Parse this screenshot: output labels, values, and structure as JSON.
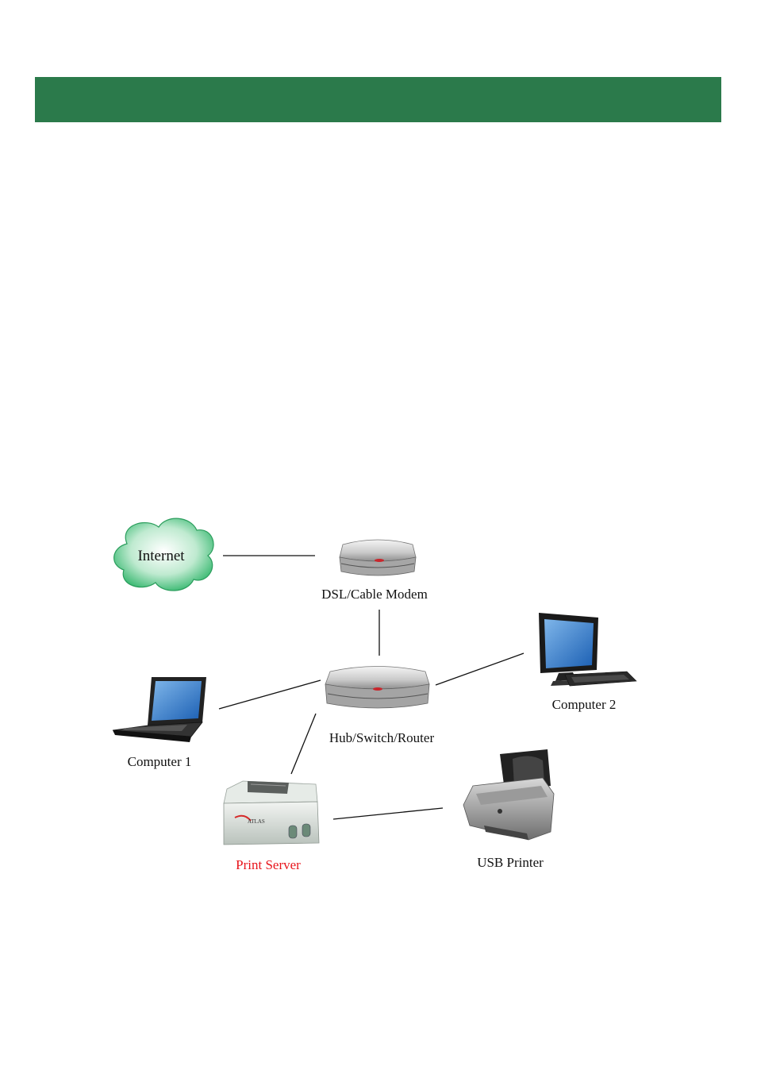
{
  "header": {
    "color": "#2b7a4b"
  },
  "diagram": {
    "nodes": {
      "internet": {
        "label": "Internet",
        "icon": "cloud-icon",
        "color": "#2fb56a"
      },
      "modem": {
        "label": "DSL/Cable Modem",
        "icon": "modem-icon"
      },
      "hub": {
        "label": "Hub/Switch/Router",
        "icon": "router-icon"
      },
      "computer1": {
        "label": "Computer 1",
        "icon": "laptop-icon"
      },
      "computer2": {
        "label": "Computer 2",
        "icon": "desktop-monitor-icon"
      },
      "print_server": {
        "label": "Print Server",
        "icon": "print-server-icon",
        "label_color": "#e8141b"
      },
      "printer": {
        "label": "USB Printer",
        "icon": "printer-icon"
      }
    },
    "edges": [
      [
        "internet",
        "modem"
      ],
      [
        "modem",
        "hub"
      ],
      [
        "computer1",
        "hub"
      ],
      [
        "hub",
        "computer2"
      ],
      [
        "hub",
        "print_server"
      ],
      [
        "print_server",
        "printer"
      ]
    ]
  }
}
